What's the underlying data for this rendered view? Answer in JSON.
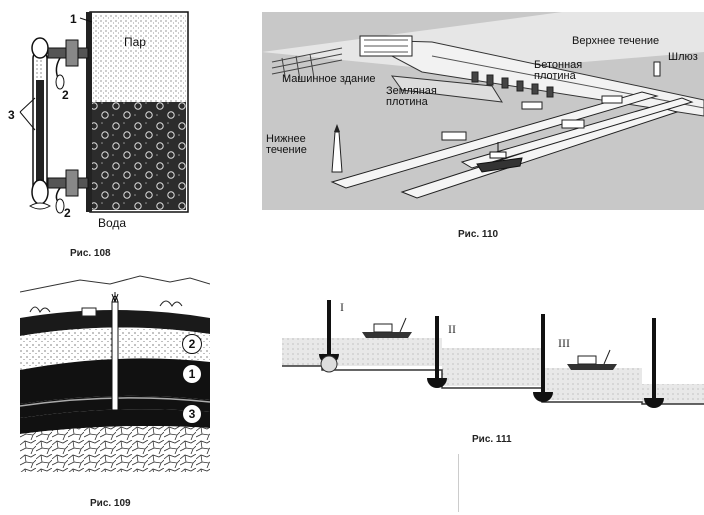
{
  "fig108": {
    "caption": "Рис. 108",
    "steam_label": "Пар",
    "water_label": "Вода",
    "n1": "1",
    "n2_top": "2",
    "n2_bottom": "2",
    "n3": "3"
  },
  "fig109": {
    "caption": "Рис. 109",
    "layer2": "2",
    "layer1": "1",
    "layer3": "3"
  },
  "fig110": {
    "caption": "Рис. 110",
    "upstream": "Верхнее течение",
    "lock": "Шлюз",
    "concrete_dam_l1": "Бетонная",
    "concrete_dam_l2": "плотина",
    "machine_hall": "Машинное здание",
    "earth_dam_l1": "Земляная",
    "earth_dam_l2": "плотина",
    "downstream_l1": "Нижнее",
    "downstream_l2": "течение"
  },
  "fig111": {
    "caption": "Рис. 111",
    "r1": "I",
    "r2": "II",
    "r3": "III"
  }
}
